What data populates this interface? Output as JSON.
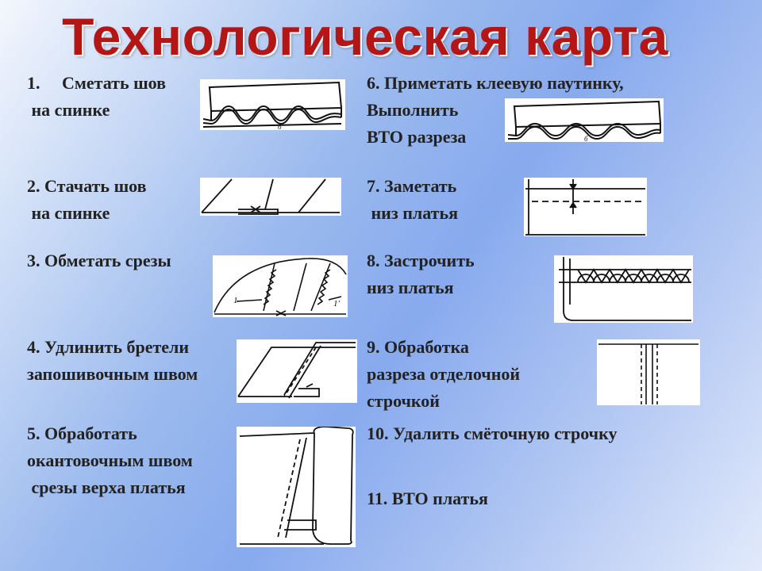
{
  "title": "Технологическая карта",
  "steps": [
    {
      "lines": [
        "1.     Сметать шов",
        " на спинке"
      ],
      "figure": "basting-seam-figure"
    },
    {
      "lines": [
        "2. Стачать шов",
        " на спинке"
      ],
      "figure": "stitched-seam-figure"
    },
    {
      "lines": [
        "3. Обметать срезы"
      ],
      "figure": "overcast-edges-figure"
    },
    {
      "lines": [
        "4. Удлинить бретели",
        "запошивочным швом"
      ],
      "figure": "flat-felled-seam-figure"
    },
    {
      "lines": [
        "5. Обработать",
        "окантовочным швом",
        " срезы верха платья"
      ],
      "figure": "binding-seam-figure"
    },
    {
      "lines": [
        "6. Приметать клеевую паутинку,",
        "Выполнить",
        "ВТО разреза"
      ],
      "figure": "adhesive-web-figure"
    },
    {
      "lines": [
        "7. Заметать",
        " низ платья"
      ],
      "figure": "hem-basting-figure"
    },
    {
      "lines": [
        "8. Застрочить",
        "низ платья"
      ],
      "figure": "hem-stitching-figure"
    },
    {
      "lines": [
        "9. Обработка",
        "разреза отделочной",
        "строчкой"
      ],
      "figure": "topstitched-slit-figure"
    },
    {
      "lines": [
        "10. Удалить смёточную строчку"
      ],
      "figure": null
    },
    {
      "lines": [
        "11. ВТО платья"
      ],
      "figure": null
    }
  ],
  "figure_labels": {
    "wave_mark": "б",
    "edge_mark_left": "1",
    "edge_mark_right": "1'"
  }
}
